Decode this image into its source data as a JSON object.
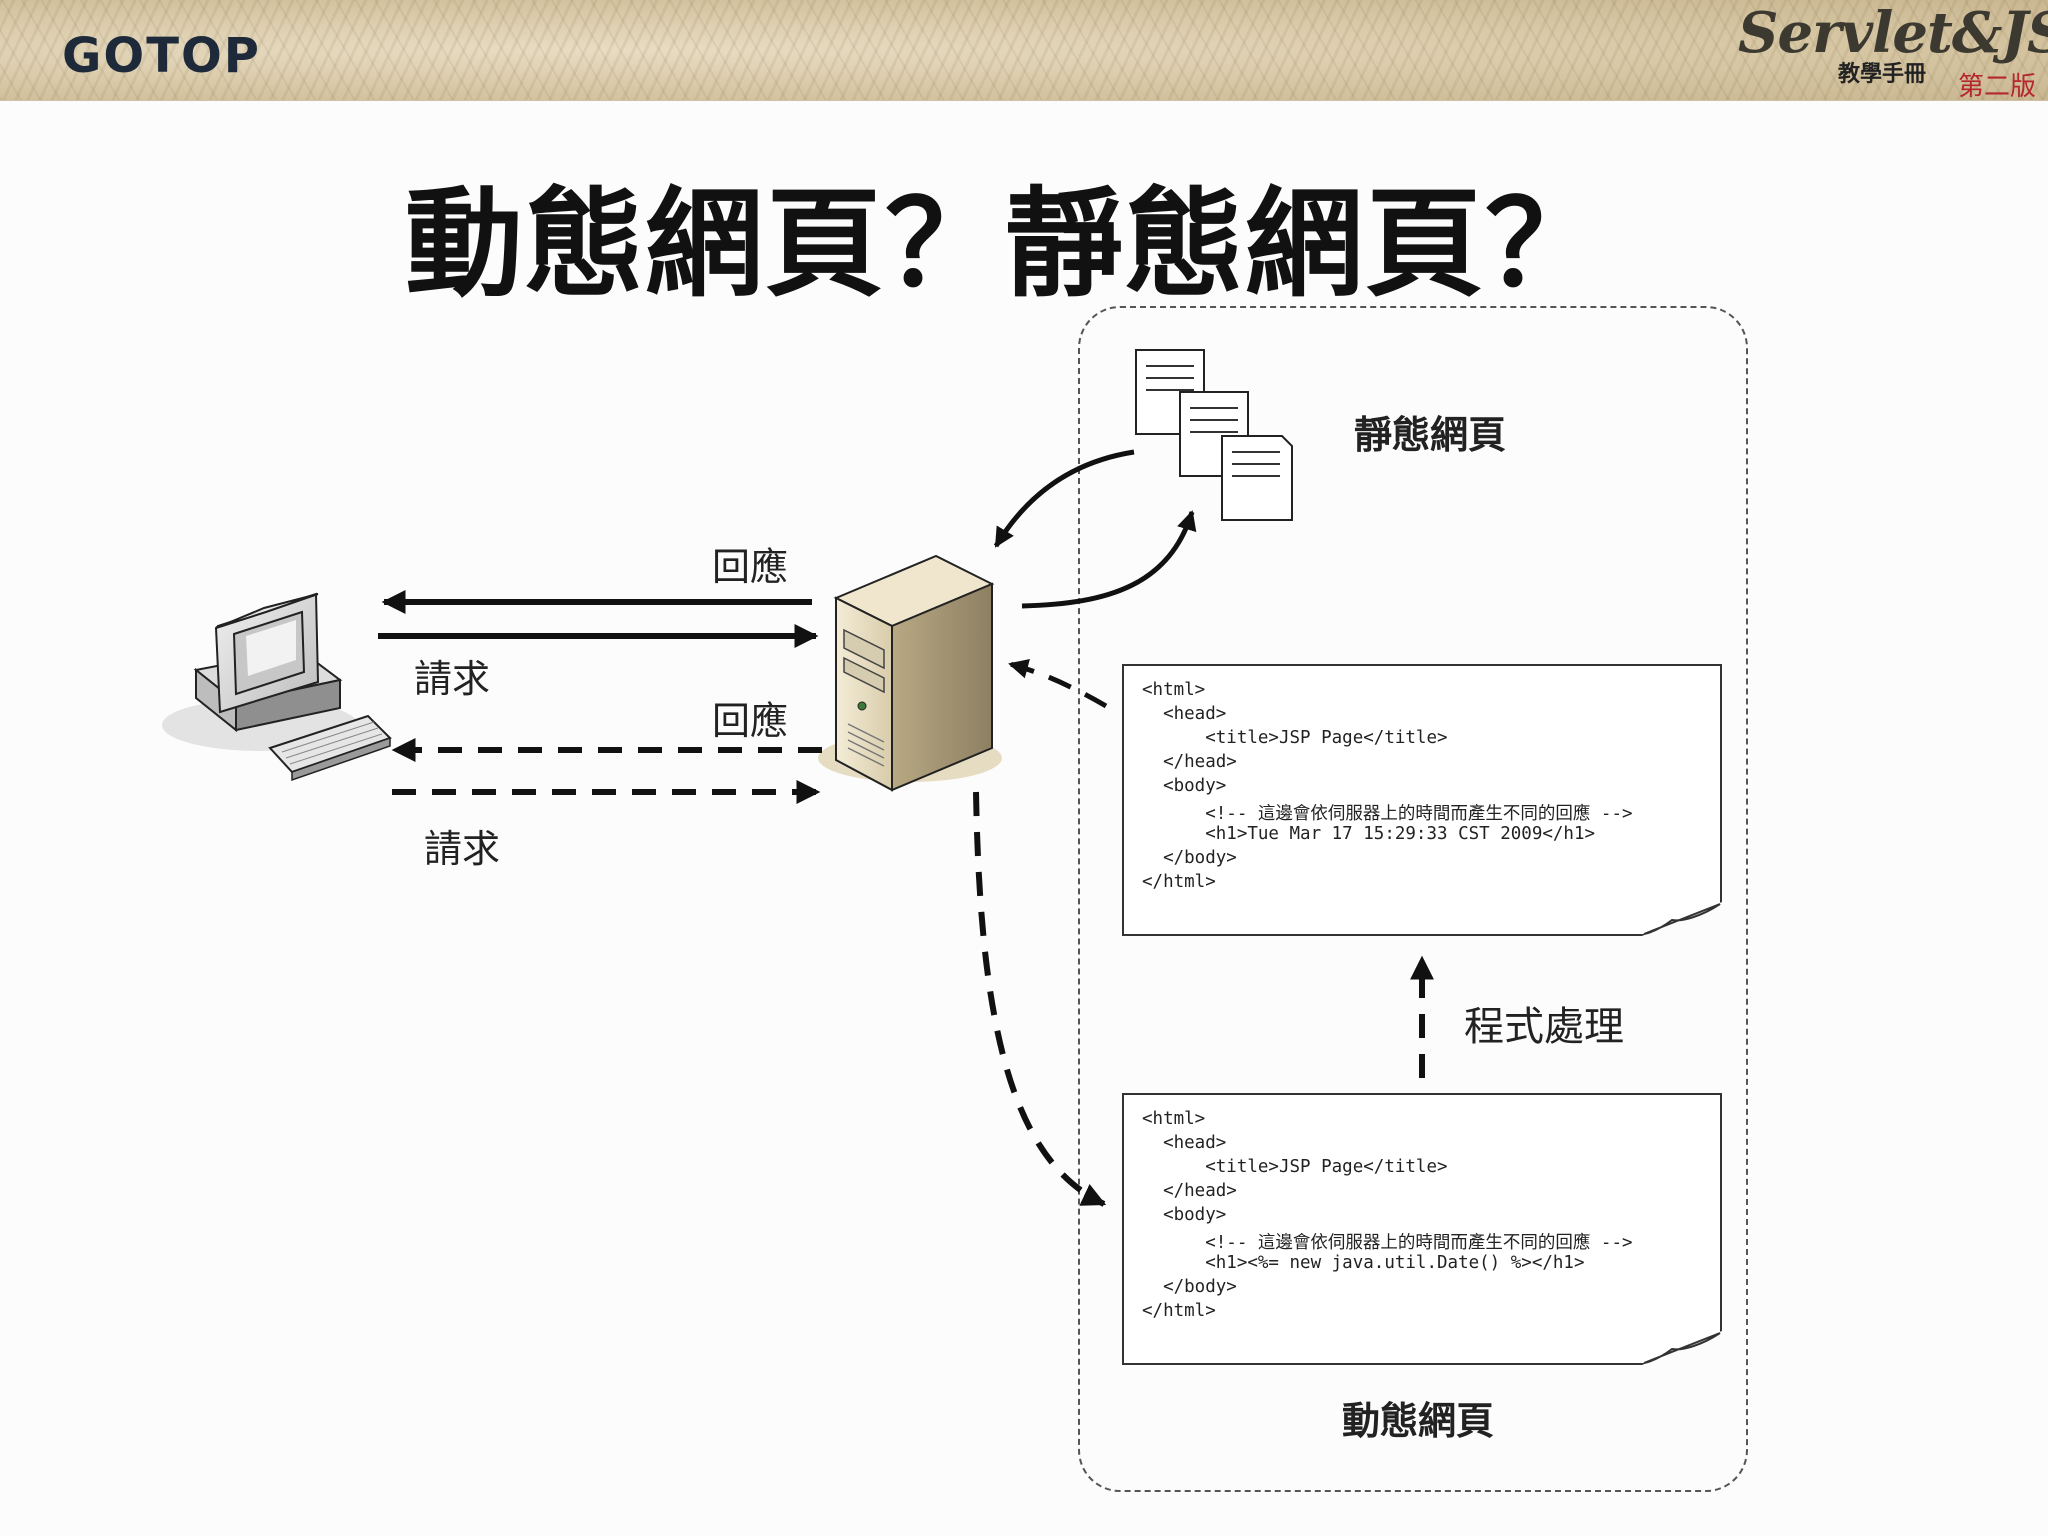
{
  "header": {
    "publisher_logo": "GOTOP",
    "book_logo": {
      "title": "Servlet&JSP",
      "subtitle": "教學手冊",
      "edition": "第二版"
    }
  },
  "title": "動態網頁？靜態網頁？",
  "labels": {
    "static_page": "靜態網頁",
    "dynamic_page": "動態網頁",
    "response_top": "回應",
    "request_top": "請求",
    "response_bottom": "回應",
    "request_bottom": "請求",
    "processing": "程式處理"
  },
  "code_output": {
    "lines": [
      "<html>",
      "  <head>",
      "      <title>JSP Page</title>",
      "  </head>",
      "  <body>",
      "      <!-- 這邊會依伺服器上的時間而產生不同的回應 -->",
      "      <h1>Tue Mar 17 15:29:33 CST 2009</h1>",
      "  </body>",
      "</html>"
    ]
  },
  "code_source": {
    "lines": [
      "<html>",
      "  <head>",
      "      <title>JSP Page</title>",
      "  </head>",
      "  <body>",
      "      <!-- 這邊會依伺服器上的時間而產生不同的回應 -->",
      "      <h1><%= new java.util.Date() %></h1>",
      "  </body>",
      "</html>"
    ]
  }
}
